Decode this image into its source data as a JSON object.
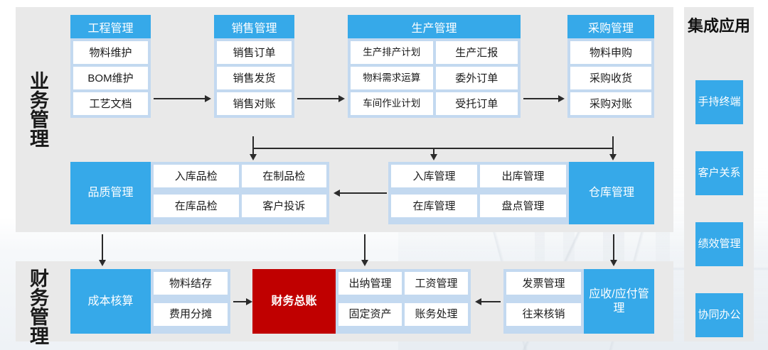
{
  "sections": {
    "business_label": "业务管理",
    "finance_label": "财务管理",
    "apps_label": "集成应用"
  },
  "colors": {
    "accent_blue": "#36A9E9",
    "card_fill": "#c3d9f0",
    "panel_grey": "#e9e9e9",
    "highlight_red": "#C00000",
    "item_white": "#ffffff",
    "line": "#2b2b2b"
  },
  "business": {
    "top_cards": [
      {
        "title": "工程管理",
        "items": [
          "物料维护",
          "BOM维护",
          "工艺文档"
        ]
      },
      {
        "title": "销售管理",
        "items": [
          "销售订单",
          "销售发货",
          "销售对账"
        ]
      },
      {
        "title": "生产管理",
        "items": [
          "生产排产计划",
          "生产汇报",
          "物料需求运算",
          "委外订单",
          "车间作业计划",
          "受托订单"
        ]
      },
      {
        "title": "采购管理",
        "items": [
          "物料申购",
          "采购收货",
          "采购对账"
        ]
      }
    ],
    "quality": {
      "title": "品质管理",
      "items": [
        "入库品检",
        "在制品检",
        "在库品检",
        "客户投诉"
      ]
    },
    "warehouse": {
      "title": "仓库管理",
      "items": [
        "入库管理",
        "出库管理",
        "在库管理",
        "盘点管理"
      ]
    }
  },
  "finance": {
    "cost": {
      "title": "成本核算",
      "items": [
        "物料结存",
        "费用分摊"
      ]
    },
    "ledger": {
      "title": "财务总账",
      "items": [
        "出纳管理",
        "工资管理",
        "固定资产",
        "账务处理"
      ]
    },
    "payable": {
      "title": "应收/应付管理",
      "items": [
        "发票管理",
        "往来核销"
      ]
    }
  },
  "apps": {
    "title": "集成应用",
    "chips": [
      "手持终端",
      "客户关系",
      "绩效管理",
      "协同办公"
    ]
  }
}
